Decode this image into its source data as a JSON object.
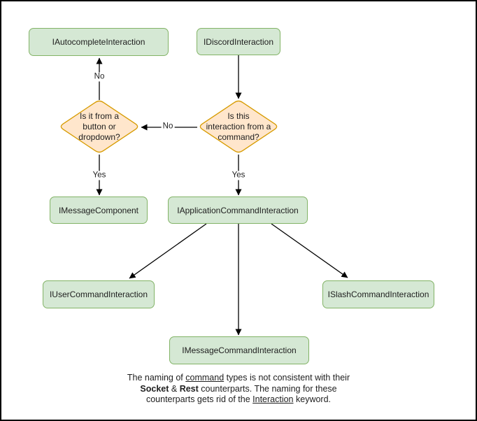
{
  "colors": {
    "canvas": "#ffffff",
    "frame": "#000000",
    "node-fill": "#d5e8d4",
    "node-border": "#82b366",
    "decision-fill": "#ffe6cc",
    "decision-border": "#d79b00",
    "arrow": "#000000"
  },
  "nodes": {
    "autocomplete": "IAutocompleteInteraction",
    "discord": "IDiscordInteraction",
    "message_component": "IMessageComponent",
    "application_command": "IApplicationCommandInteraction",
    "user_command": "IUserCommandInteraction",
    "slash_command": "ISlashCommandInteraction",
    "message_command": "IMessageCommandInteraction"
  },
  "decisions": {
    "button_dropdown": "Is it from a\nbutton or\ndropdown?",
    "from_command": "Is this\ninteraction from a\ncommand?"
  },
  "edge_labels": {
    "no_up": "No",
    "no_left": "No",
    "yes_left": "Yes",
    "yes_right": "Yes"
  },
  "note": {
    "line1": [
      "The naming of ",
      "command",
      " types is not consistent with their"
    ],
    "line2": [
      "Socket",
      " & ",
      "Rest",
      " counterparts. The naming for these"
    ],
    "line3": [
      "counterparts gets rid of the ",
      "Interaction",
      " keyword."
    ]
  }
}
